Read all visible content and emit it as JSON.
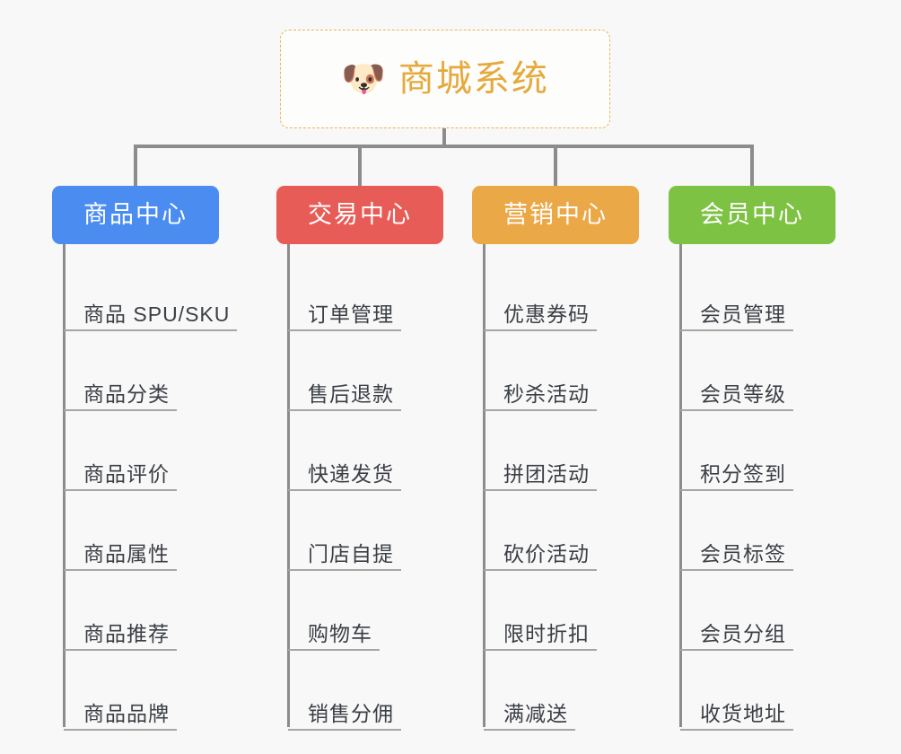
{
  "diagram": {
    "title": "商城系统",
    "background_color": "#f8f8f8",
    "connector_color": "#8c8c8c",
    "root": {
      "label": "商城系统",
      "emoji": "🐶",
      "icon_name": "shiba-inu-dog-face-emoji",
      "text_color": "#e5a93c",
      "border_color": "#e8b35c",
      "background_color": "#fdfdfb"
    },
    "categories": [
      {
        "label": "商品中心",
        "color": "#4a8cf0",
        "items": [
          "商品 SPU/SKU",
          "商品分类",
          "商品评价",
          "商品属性",
          "商品推荐",
          "商品品牌"
        ]
      },
      {
        "label": "交易中心",
        "color": "#e85c57",
        "items": [
          "订单管理",
          "售后退款",
          "快递发货",
          "门店自提",
          "购物车",
          "销售分佣"
        ]
      },
      {
        "label": "营销中心",
        "color": "#eaa847",
        "items": [
          "优惠券码",
          "秒杀活动",
          "拼团活动",
          "砍价活动",
          "限时折扣",
          "满减送"
        ]
      },
      {
        "label": "会员中心",
        "color": "#7dc243",
        "items": [
          "会员管理",
          "会员等级",
          "积分签到",
          "会员标签",
          "会员分组",
          "收货地址"
        ]
      }
    ]
  }
}
